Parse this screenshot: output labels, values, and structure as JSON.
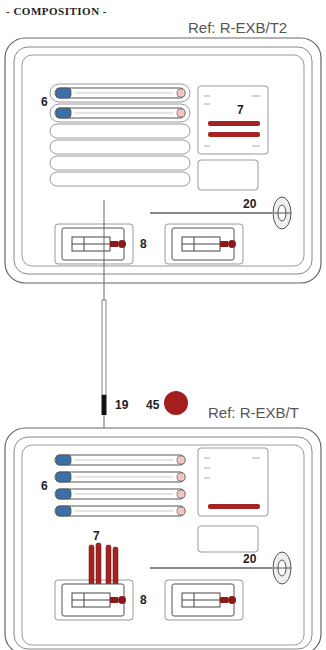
{
  "diagram": {
    "title": "- COMPOSITION -",
    "labels": [
      "Ref: R-EXB/T2",
      "6",
      "7",
      "20",
      "8",
      "19",
      "45",
      "Ref: R-EXB/T",
      "6",
      "7",
      "20",
      "8"
    ]
  }
}
